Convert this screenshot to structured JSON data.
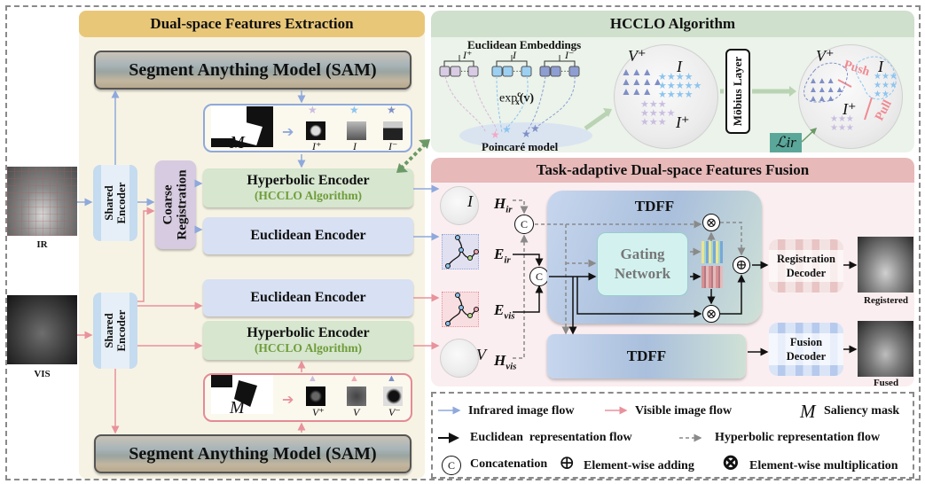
{
  "left_panel": {
    "title": "Dual-space Features Extraction",
    "sam_top": "Segment Anything Model (SAM)",
    "sam_bottom": "Segment Anything Model (SAM)",
    "shared_encoder": "Shared Encoder",
    "coarse_registration": "Coarse Registration",
    "hyperbolic_encoder": "Hyperbolic Encoder",
    "hcclo_sub": "(HCCLO Algorithm)",
    "euclidean_encoder": "Euclidean Encoder",
    "mask_label": "M",
    "ir_samples": [
      "I⁺",
      "I",
      "I⁻"
    ],
    "vis_samples": [
      "V⁺",
      "V",
      "V⁻"
    ],
    "input_ir": "IR",
    "input_vis": "VIS"
  },
  "hcclo": {
    "title": "HCCLO Algorithm",
    "embeddings_label": "Euclidean Embeddings",
    "embedding_groups": [
      "I⁺",
      "I",
      "I⁻"
    ],
    "exp_map": "exp",
    "exp_sup": "c",
    "exp_sub": "x",
    "exp_arg": "(v)",
    "poincare_label": "Poincaré model",
    "cluster_labels": [
      "V⁺",
      "I",
      "I⁺"
    ],
    "mobius_layer": "Möbius Layer",
    "push": "Push",
    "pull": "Pull",
    "loss": "ℒir"
  },
  "fusion": {
    "title": "Task-adaptive Dual-space Features Fusion",
    "tdff": "TDFF",
    "tdff_bottom": "TDFF",
    "gating_line1": "Gating",
    "gating_line2": "Network",
    "h_ir": "H",
    "h_ir_sub": "ir",
    "e_ir": "E",
    "e_ir_sub": "ir",
    "e_vis": "E",
    "e_vis_sub": "vis",
    "h_vis": "H",
    "h_vis_sub": "vis",
    "sphere_ir_label": "I",
    "sphere_vis_label": "V",
    "concat_symbol": "C",
    "registration_decoder_1": "Registration",
    "registration_decoder_2": "Decoder",
    "fusion_decoder_1": "Fusion",
    "fusion_decoder_2": "Decoder",
    "output_registered": "Registered",
    "output_fused": "Fused"
  },
  "legend": {
    "infrared": "Infrared image flow",
    "visible": "Visible image flow",
    "mask_symbol": "M",
    "saliency": "Saliency mask",
    "euclidean": "Euclidean  representation flow",
    "hyperbolic": "Hyperbolic representation flow",
    "concat": "Concatenation",
    "add": "Element-wise adding",
    "mult": "Element-wise multiplication"
  },
  "colors": {
    "infrared_flow": "#8fa9dc",
    "visible_flow": "#e8929b",
    "euclidean_flow": "#111111",
    "hyperbolic_flow": "#8a8a8a",
    "extraction_header": "#e9c779",
    "hcclo_header": "#cfe0cc",
    "fusion_header": "#e7b9b9"
  }
}
